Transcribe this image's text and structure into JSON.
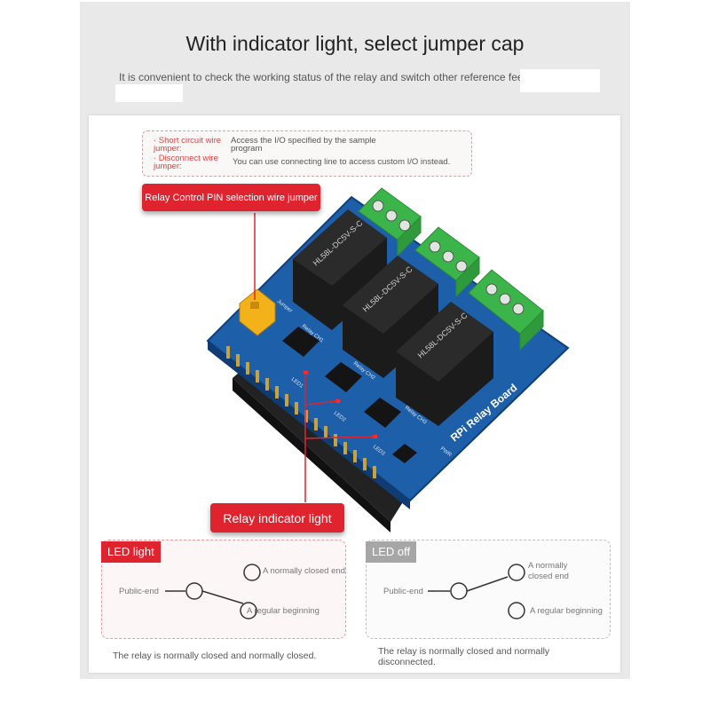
{
  "heading": {
    "title": "With indicator light, select jumper cap",
    "subtitle": "It is convenient to check the working status of the relay and switch other reference feet"
  },
  "jumper_info": {
    "short_label": "· Short circuit wire jumper:",
    "short_desc": "Access the I/O specified by the sample program",
    "disconnect_label": "· Disconnect wire jumper:",
    "disconnect_desc": "You can use connecting line to access custom I/O instead."
  },
  "callouts": {
    "pin_selection": "Relay Control PIN selection wire jumper",
    "indicator": "Relay indicator light"
  },
  "board": {
    "relay_text": "HL58L-DC5V-S-C",
    "name": "RPi Relay Board",
    "labels": [
      "Relay CH1",
      "Relay CH2",
      "Relay CH3",
      "LED1",
      "LED2",
      "LED3",
      "PWR",
      "Jumper"
    ]
  },
  "led_on": {
    "tag": "LED light",
    "public_end": "Public-end",
    "closed_end": "A normally closed end",
    "open_end": "A regular beginning",
    "caption": "The relay is normally closed and normally closed.",
    "color": "#e0242f"
  },
  "led_off": {
    "tag": "LED off",
    "public_end": "Public-end",
    "closed_end": "A normally closed end",
    "open_end": "A regular beginning",
    "caption": "The relay is normally closed and normally disconnected.",
    "color": "#a6a6a6"
  },
  "colors": {
    "accent_red": "#e0242f",
    "board_blue": "#1d5fa8",
    "relay_black": "#1b1b1b",
    "terminal_green": "#3bb54a"
  }
}
